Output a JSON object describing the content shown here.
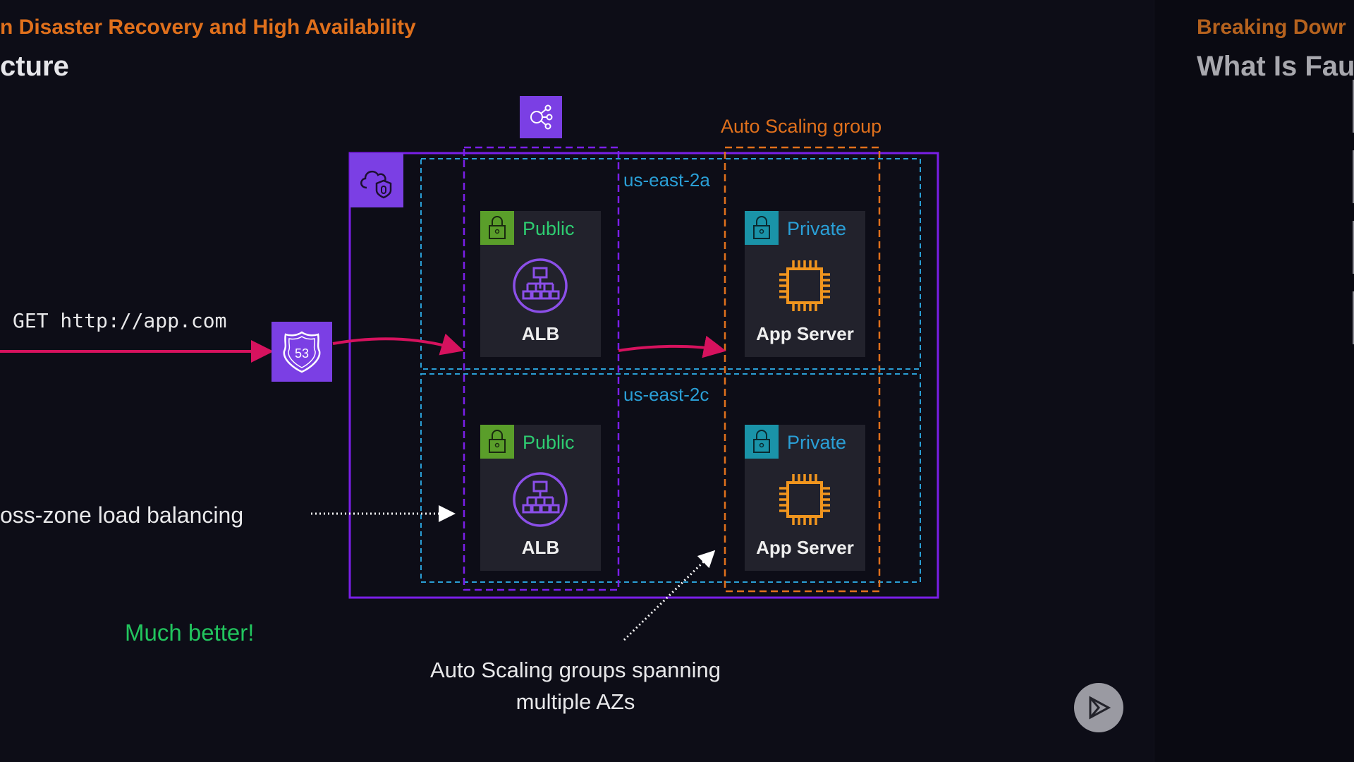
{
  "header": {
    "kicker": "n Disaster Recovery and High Availability",
    "title": "cture"
  },
  "next_slide": {
    "kicker": "Breaking Dowr",
    "title": "What Is Fau"
  },
  "diagram": {
    "request_label": "GET http://app.com",
    "route53_label": "53",
    "asg_label": "Auto Scaling group",
    "zones": [
      {
        "name": "us-east-2a",
        "public": {
          "tag": "Public",
          "name": "ALB"
        },
        "private": {
          "tag": "Private",
          "name": "App Server"
        }
      },
      {
        "name": "us-east-2c",
        "public": {
          "tag": "Public",
          "name": "ALB"
        },
        "private": {
          "tag": "Private",
          "name": "App Server"
        }
      }
    ],
    "cross_zone_label": "oss-zone load balancing",
    "verdict": "Much better!",
    "asg_note_line1": "Auto Scaling groups spanning",
    "asg_note_line2": "multiple AZs"
  },
  "colors": {
    "accent_orange": "#e0701c",
    "aws_purple": "#7b3fe4",
    "arrow_pink": "#d6125e",
    "public_green": "#5a9e2a",
    "private_teal": "#1a93a8",
    "az_blue": "#2a9fd6",
    "success_green": "#22c55e"
  },
  "icons": [
    "elb-icon",
    "vpc-icon",
    "route53-icon",
    "lock-icon",
    "alb-icon",
    "chip-icon",
    "play-icon"
  ]
}
